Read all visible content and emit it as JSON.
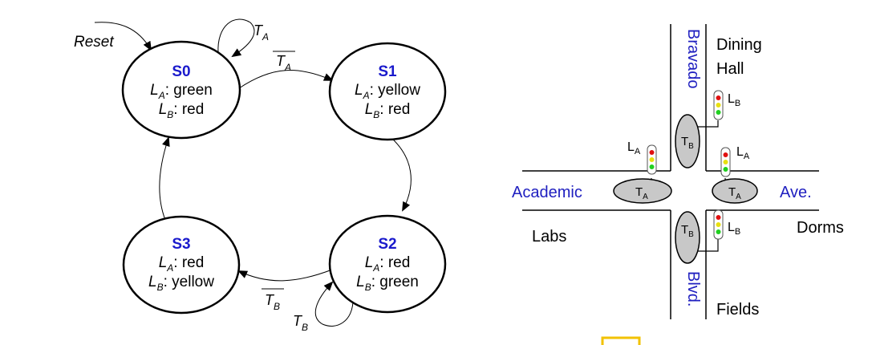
{
  "fsm": {
    "reset_label": "Reset",
    "states": [
      {
        "name": "S0",
        "la_sym": "L",
        "la_sub": "A",
        "la_val": ": green",
        "lb_sym": "L",
        "lb_sub": "B",
        "lb_val": ": red"
      },
      {
        "name": "S1",
        "la_sym": "L",
        "la_sub": "A",
        "la_val": ": yellow",
        "lb_sym": "L",
        "lb_sub": "B",
        "lb_val": ": red"
      },
      {
        "name": "S2",
        "la_sym": "L",
        "la_sub": "A",
        "la_val": ": red",
        "lb_sym": "L",
        "lb_sub": "B",
        "lb_val": ": green"
      },
      {
        "name": "S3",
        "la_sym": "L",
        "la_sub": "A",
        "la_val": ": red",
        "lb_sym": "L",
        "lb_sub": "B",
        "lb_val": ": yellow"
      }
    ],
    "transitions": {
      "s0_self": {
        "sym": "T",
        "sub": "A"
      },
      "s0_s1": {
        "sym": "T",
        "sub": "A"
      },
      "s2_s3": {
        "sym": "T",
        "sub": "B"
      },
      "s2_self": {
        "sym": "T",
        "sub": "B"
      }
    }
  },
  "intersection": {
    "street_bravado": "Bravado",
    "street_blvd": "Blvd.",
    "street_academic": "Academic",
    "street_ave": "Ave.",
    "place_dining_1": "Dining",
    "place_dining_2": "Hall",
    "place_labs": "Labs",
    "place_dorms": "Dorms",
    "place_fields": "Fields",
    "sensors": [
      {
        "sym": "T",
        "sub": "A"
      },
      {
        "sym": "T",
        "sub": "A"
      },
      {
        "sym": "T",
        "sub": "B"
      },
      {
        "sym": "T",
        "sub": "B"
      }
    ],
    "lights": [
      {
        "sym": "L",
        "sub": "A"
      },
      {
        "sym": "L",
        "sub": "A"
      },
      {
        "sym": "L",
        "sub": "B"
      },
      {
        "sym": "L",
        "sub": "B"
      }
    ]
  },
  "colors": {
    "state_name": "#1a1acc",
    "street_name": "#2020c0",
    "sensor_fill": "#c8c8c8",
    "light_red": "#e01010",
    "light_yellow": "#e8e010",
    "light_green": "#20d020",
    "marker": "#f2c200"
  }
}
